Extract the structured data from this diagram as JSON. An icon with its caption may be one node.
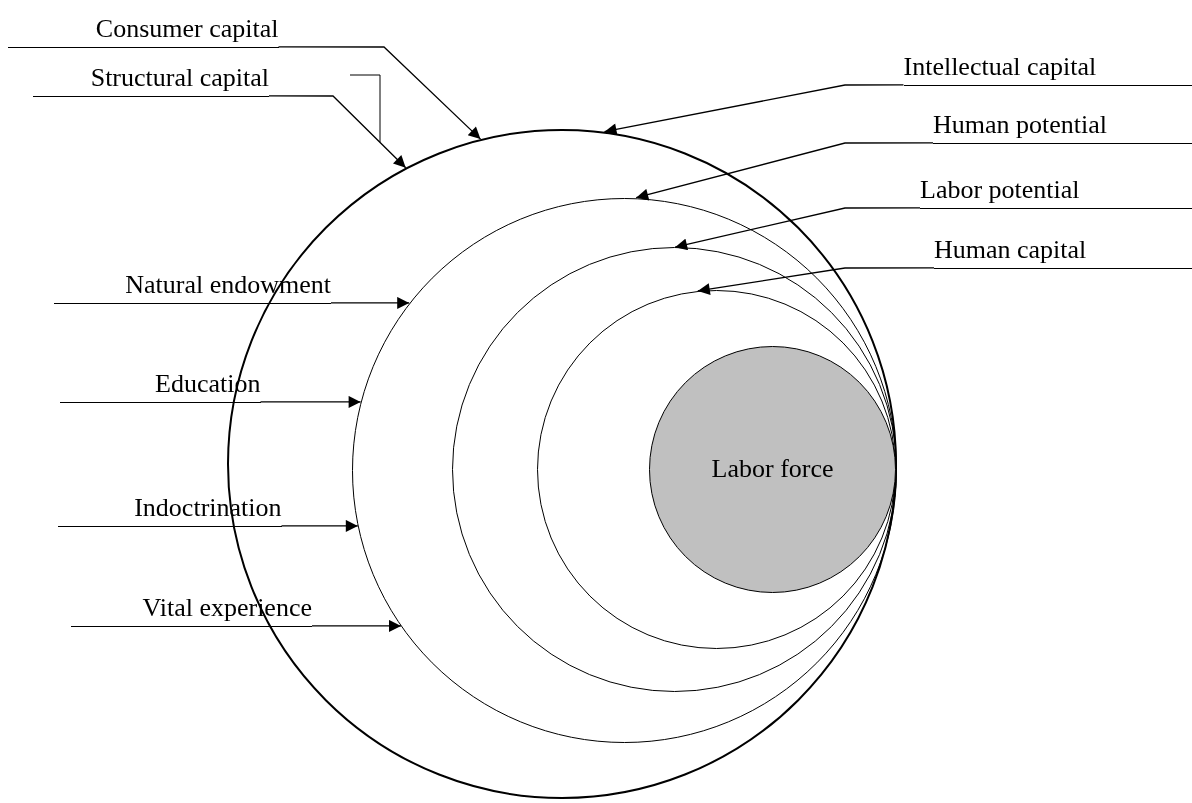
{
  "diagram": {
    "nodes": [
      {
        "text": [
          "Consumer capital"
        ]
      },
      {
        "text": [
          "Structural capital"
        ]
      },
      {
        "text": [
          "Intellectual capital"
        ]
      },
      {
        "text": [
          "Human potential"
        ]
      },
      {
        "text": [
          "Labor potential"
        ]
      },
      {
        "text": [
          "Human capital"
        ]
      },
      {
        "text": [
          "Natural endowment"
        ]
      },
      {
        "text": [
          "Education"
        ]
      },
      {
        "text": [
          "Indoctrination"
        ]
      },
      {
        "text": [
          "Vital experience"
        ]
      },
      {
        "text": [],
        "shape": "circle"
      },
      {
        "text": [],
        "shape": "circle",
        "in": 10
      },
      {
        "text": [],
        "shape": "circle",
        "in": 11
      },
      {
        "text": [],
        "shape": "circle",
        "in": 12
      },
      {
        "text": [
          "Labor force"
        ],
        "in": 13
      }
    ],
    "edges": [
      {
        "from": 0,
        "to": 10,
        "arrow": "to"
      },
      {
        "from": 1,
        "to": 10,
        "arrow": "to"
      },
      {
        "from": 2,
        "to": 10,
        "arrow": "to"
      },
      {
        "from": 3,
        "to": 11,
        "arrow": "to"
      },
      {
        "from": 4,
        "to": 12,
        "arrow": "to"
      },
      {
        "from": 5,
        "to": 13,
        "arrow": "to"
      },
      {
        "from": 6,
        "to": 11,
        "arrow": "to"
      },
      {
        "from": 7,
        "to": 11,
        "arrow": "to"
      },
      {
        "from": 8,
        "to": 11,
        "arrow": "to"
      },
      {
        "from": 9,
        "to": 11,
        "arrow": "to"
      }
    ]
  }
}
